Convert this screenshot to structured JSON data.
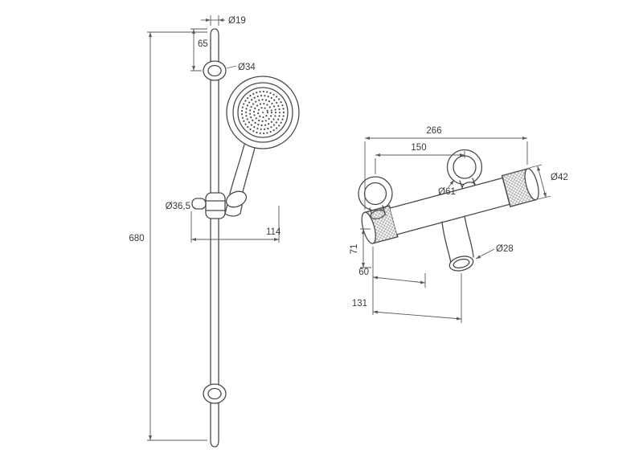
{
  "colors": {
    "line": "#4a4a4a",
    "dimension_line": "#5a5a5a",
    "text": "#3a3a3a",
    "background": "#ffffff"
  },
  "shower_rail": {
    "dim_rail_diameter": "Ø19",
    "dim_top_offset": "65",
    "dim_bracket_diameter": "Ø34",
    "dim_slider_diameter": "Ø36,5",
    "dim_handset_projection": "114",
    "dim_rail_length": "680"
  },
  "mixer": {
    "dim_overall_width": "266",
    "dim_connection_centers": "150",
    "dim_escutcheon_diameter": "Ø61",
    "dim_handle_diameter": "Ø42",
    "dim_spout_diameter": "Ø28",
    "dim_height": "71",
    "dim_spout_reach": "60",
    "dim_overall_depth": "131"
  }
}
